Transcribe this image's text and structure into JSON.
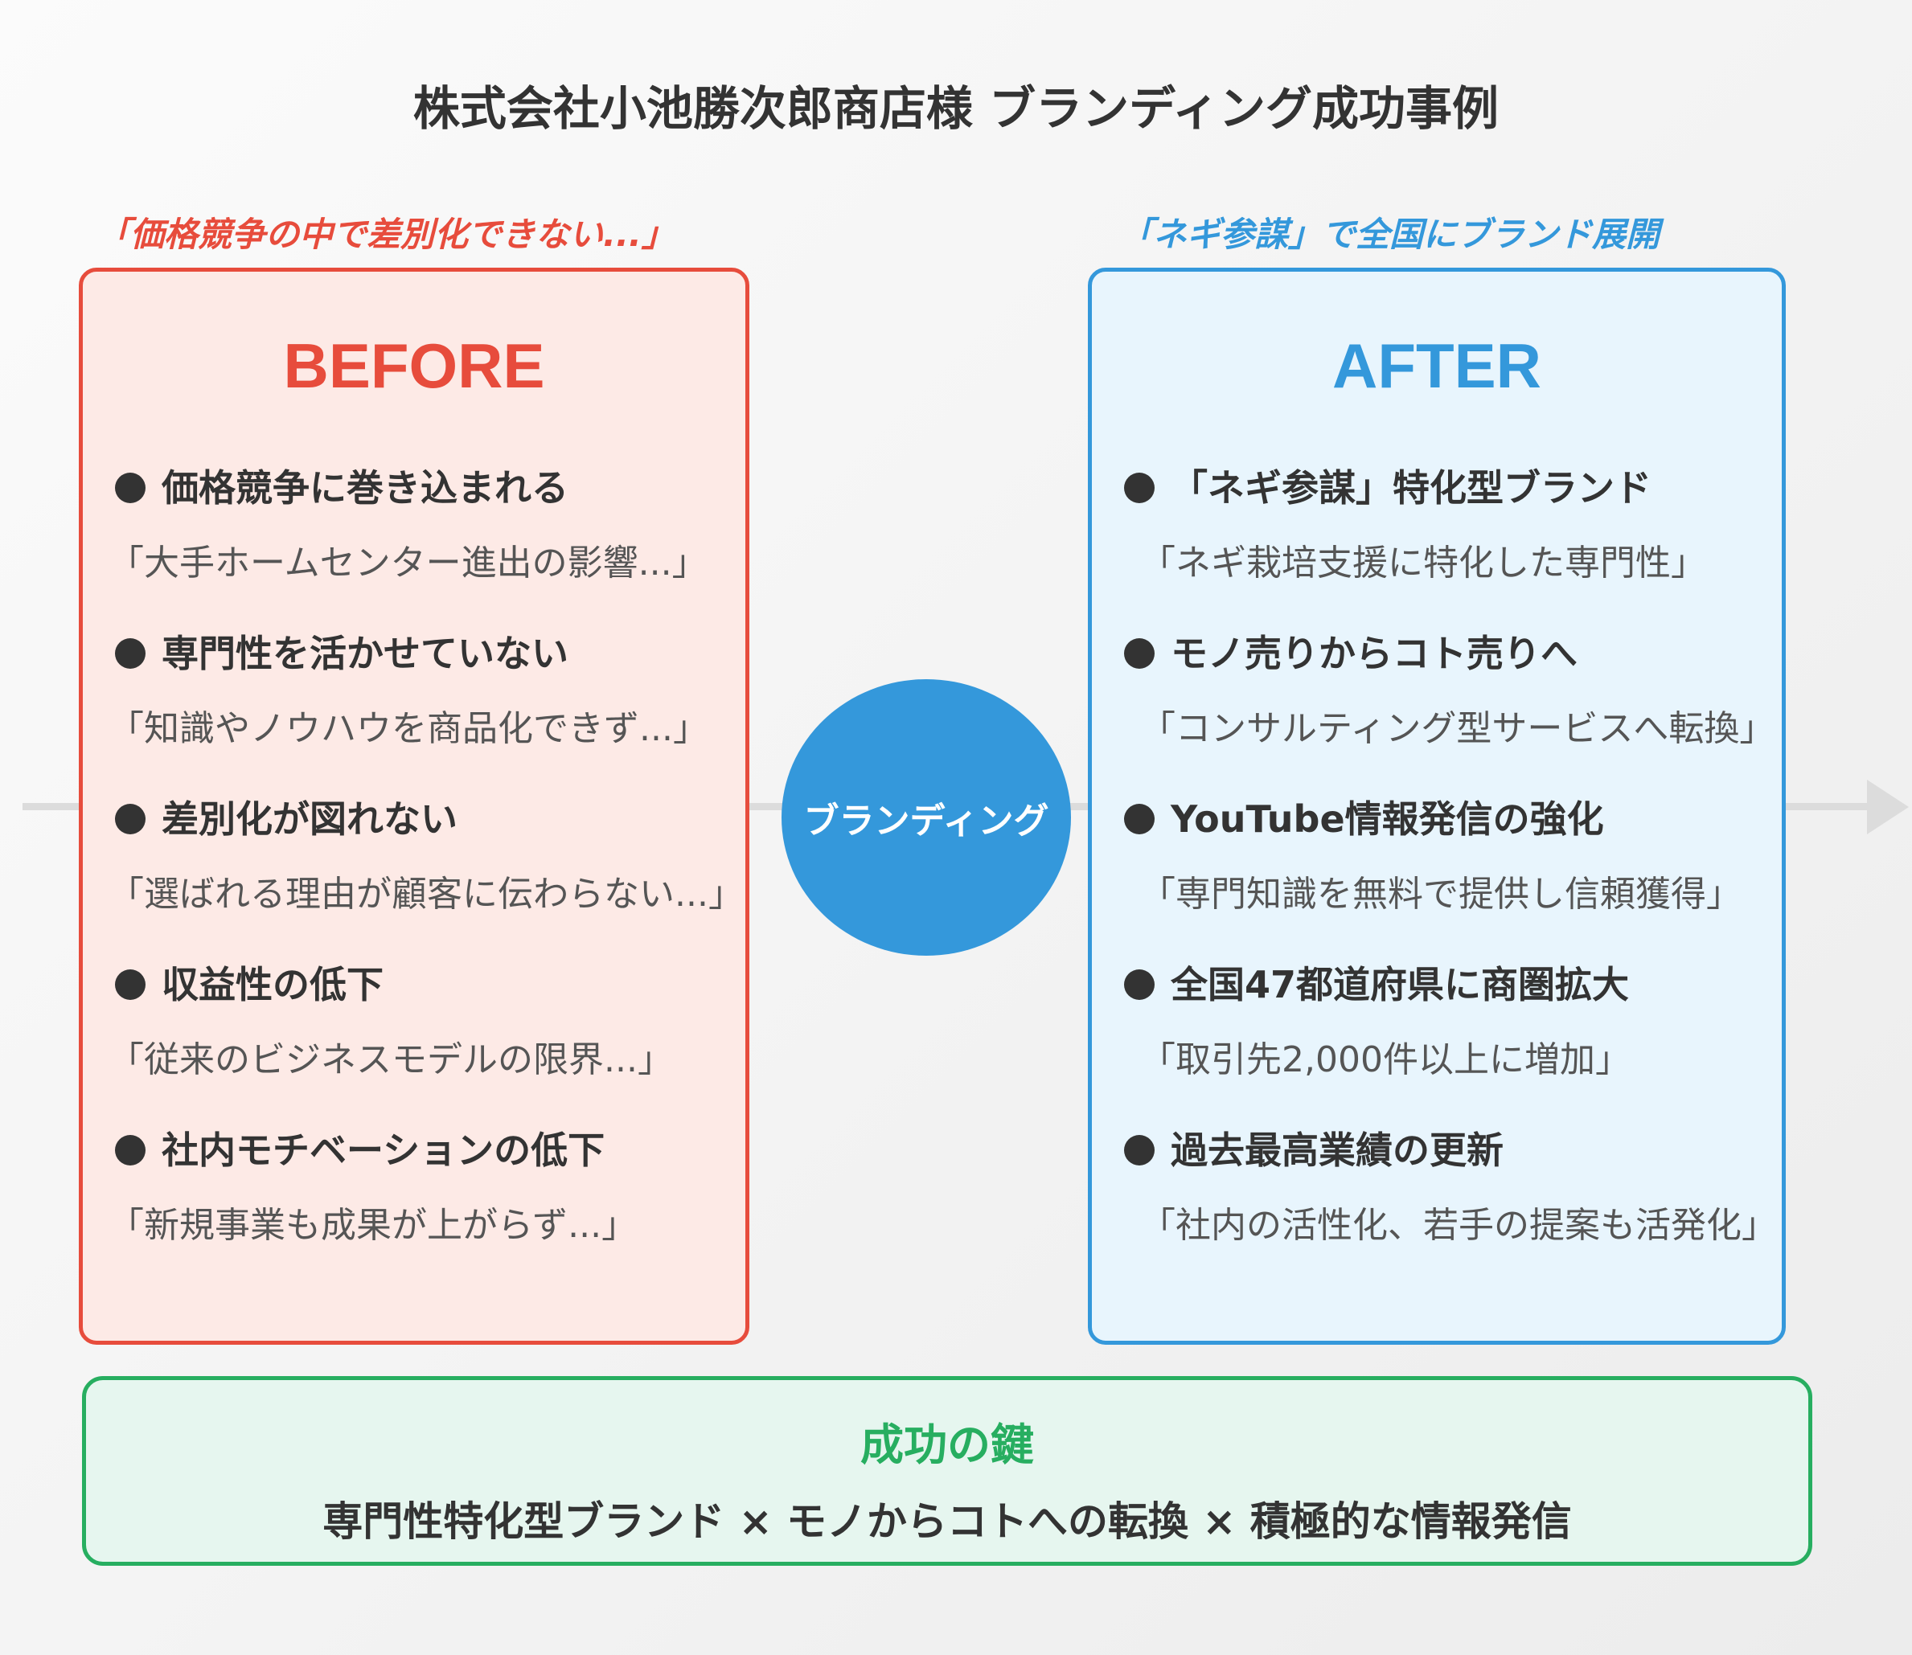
{
  "title": "株式会社小池勝次郎商店様 ブランディング成功事例",
  "before": {
    "caption": "「価格競争の中で差別化できない...」",
    "heading": "BEFORE",
    "items": [
      {
        "title": "価格競争に巻き込まれる",
        "desc": "「大手ホームセンター進出の影響...」"
      },
      {
        "title": "専門性を活かせていない",
        "desc": "「知識やノウハウを商品化できず...」"
      },
      {
        "title": "差別化が図れない",
        "desc": "「選ばれる理由が顧客に伝わらない...」"
      },
      {
        "title": "収益性の低下",
        "desc": "「従来のビジネスモデルの限界...」"
      },
      {
        "title": "社内モチベーションの低下",
        "desc": "「新規事業も成果が上がらず...」"
      }
    ]
  },
  "center": {
    "label": "ブランディング"
  },
  "after": {
    "caption": "「ネギ参謀」で全国にブランド展開",
    "heading": "AFTER",
    "items": [
      {
        "title": "「ネギ参謀」特化型ブランド",
        "desc": "「ネギ栽培支援に特化した専門性」"
      },
      {
        "title": "モノ売りからコト売りへ",
        "desc": "「コンサルティング型サービスへ転換」"
      },
      {
        "title": "YouTube情報発信の強化",
        "desc": "「専門知識を無料で提供し信頼獲得」"
      },
      {
        "title": "全国47都道府県に商圏拡大",
        "desc": "「取引先2,000件以上に増加」"
      },
      {
        "title": "過去最高業績の更新",
        "desc": "「社内の活性化、若手の提案も活発化」"
      }
    ]
  },
  "key": {
    "title": "成功の鍵",
    "text": "専門性特化型ブランド × モノからコトへの転換 × 積極的な情報発信"
  }
}
